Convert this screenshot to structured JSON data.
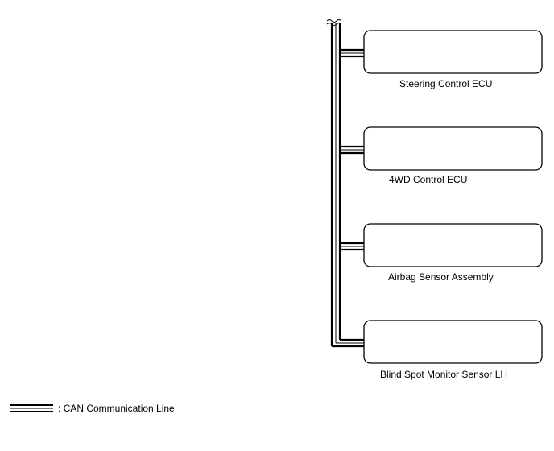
{
  "diagram": {
    "ecus": [
      {
        "label": "Steering Control ECU"
      },
      {
        "label": "4WD Control ECU"
      },
      {
        "label": "Airbag Sensor Assembly"
      },
      {
        "label": "Blind Spot Monitor Sensor LH"
      }
    ],
    "legend": {
      "label": ": CAN Communication Line"
    },
    "colors": {
      "line": "#000000",
      "background": "#ffffff"
    }
  }
}
